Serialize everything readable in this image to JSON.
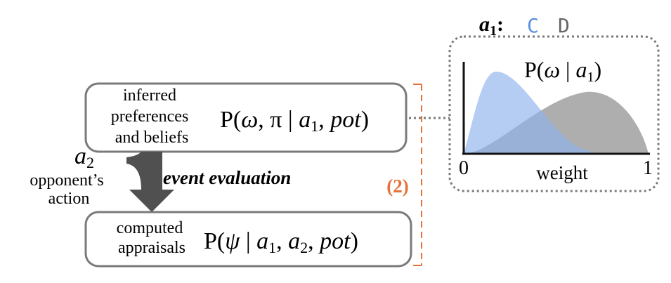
{
  "top_box": {
    "label_lines": [
      "inferred",
      "preferences",
      "and beliefs"
    ],
    "formula_prefix": "P(",
    "omega": "ω",
    "comma_pi": ", π | ",
    "a": "a",
    "a_sub": "1",
    "comma": ", ",
    "pot": "pot",
    "close": ")"
  },
  "bottom_box": {
    "label_lines": [
      "computed",
      "appraisals"
    ],
    "formula_prefix": "P(",
    "psi": "ψ",
    "bar": " | ",
    "a1": "a",
    "a1_sub": "1",
    "comma1": ", ",
    "a2": "a",
    "a2_sub": "2",
    "comma2": ", ",
    "pot": "pot",
    "close": ")"
  },
  "arrow": {
    "a2_symbol": "a",
    "a2_sub": "2",
    "action_lines": [
      "opponent’s",
      "action"
    ],
    "label": "event evaluation"
  },
  "bracket": {
    "label": "(2)"
  },
  "inset": {
    "legend_symbol": "a",
    "legend_sub": "1",
    "legend_colon": ":",
    "legend_c": "C",
    "legend_d": "D",
    "plot_title_prefix": "P(",
    "plot_title_omega": "ω",
    "plot_title_bar": " | ",
    "plot_title_a": "a",
    "plot_title_sub": "1",
    "plot_title_close": ")",
    "xlabel": "weight",
    "x_min": "0",
    "x_max": "1"
  },
  "colors": {
    "box_stroke": "#7a7a7a",
    "arrow": "#505050",
    "bracket": "#e8703a",
    "c_curve": "#8db0ec",
    "c_text": "#5b8fe0",
    "d_curve": "#9a9a9a",
    "d_text": "#666666",
    "dotted": "#7a7a7a"
  }
}
